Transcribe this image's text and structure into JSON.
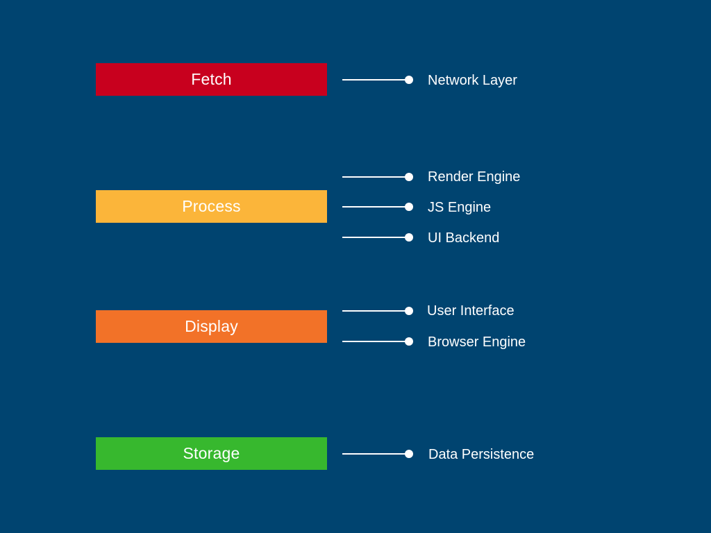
{
  "background_color": "#004470",
  "stages": [
    {
      "label": "Fetch",
      "color": "#c8001e",
      "components": [
        {
          "label": "Network Layer"
        }
      ]
    },
    {
      "label": "Process",
      "color": "#fbb53a",
      "components": [
        {
          "label": "Render Engine"
        },
        {
          "label": "JS Engine"
        },
        {
          "label": "UI Backend"
        }
      ]
    },
    {
      "label": "Display",
      "color": "#f27228",
      "components": [
        {
          "label": "User Interface"
        },
        {
          "label": "Browser Engine"
        }
      ]
    },
    {
      "label": "Storage",
      "color": "#37b82e",
      "components": [
        {
          "label": "Data Persistence"
        }
      ]
    }
  ],
  "icons": {
    "connector": "connector-dot-icon"
  }
}
